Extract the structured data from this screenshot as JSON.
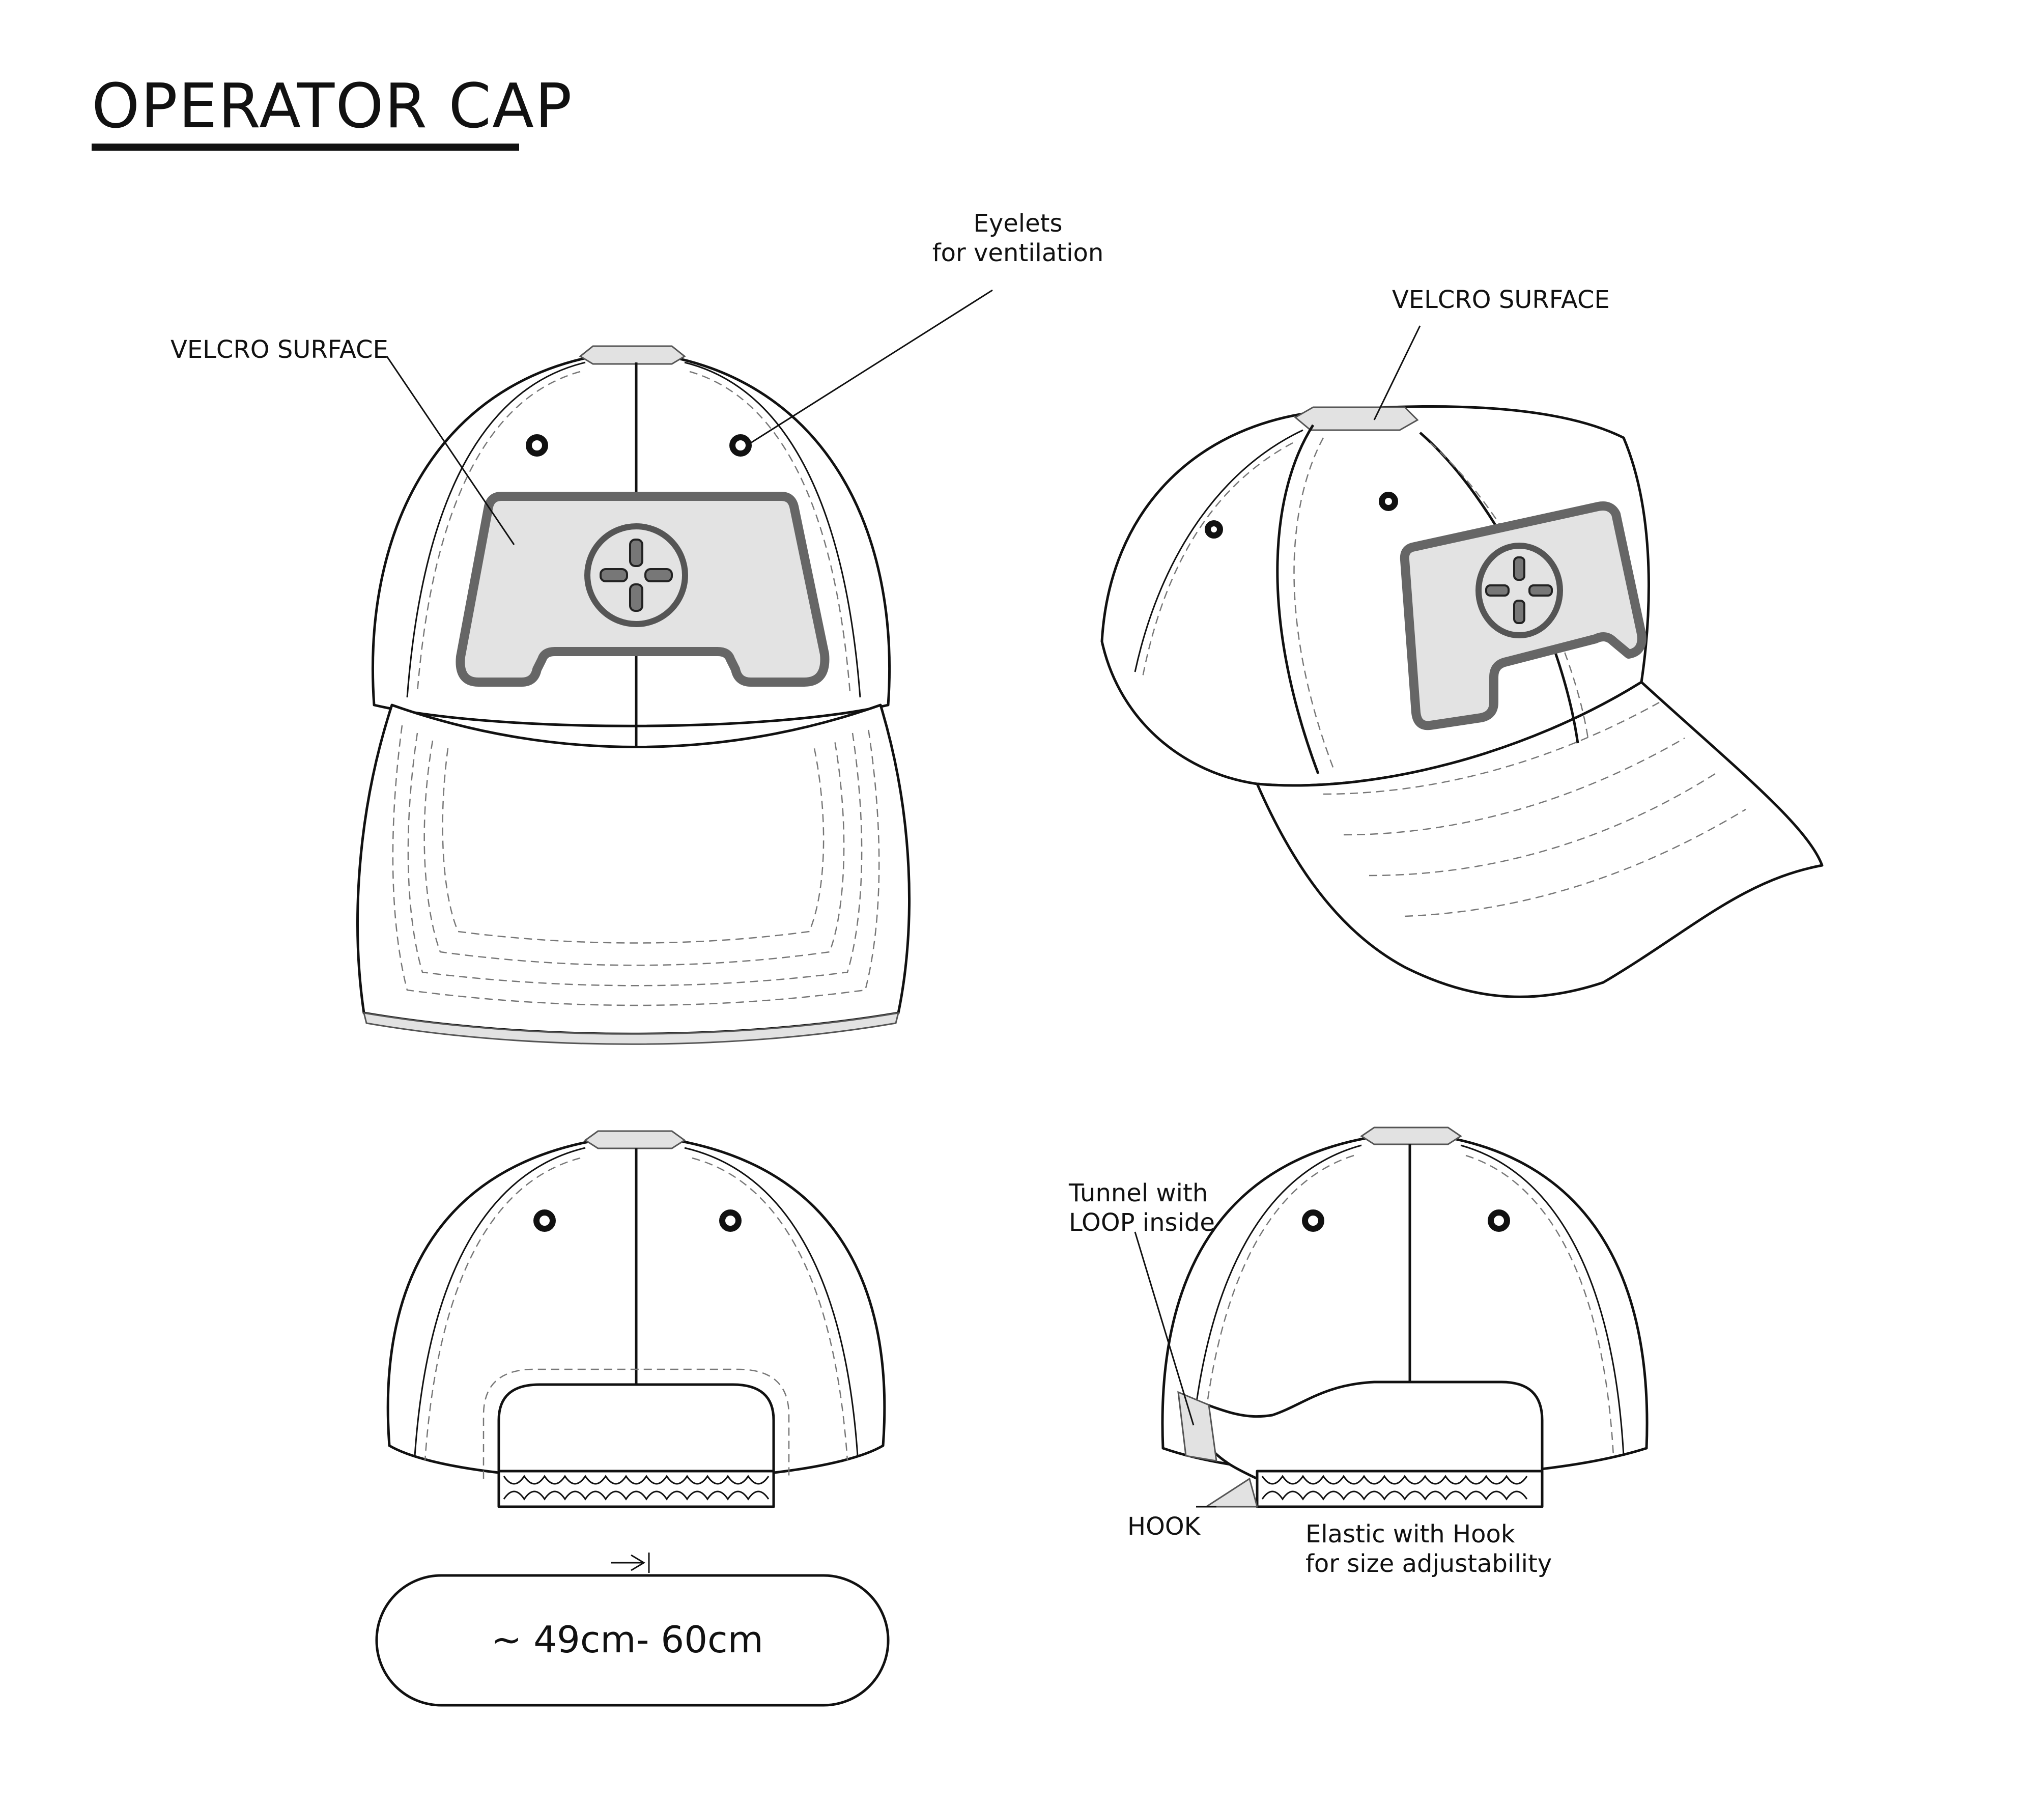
{
  "title": "OPERATOR CAP",
  "labels": {
    "front_velcro": "VELCRO SURFACE",
    "eyelets_line1": "Eyelets",
    "eyelets_line2": "for ventilation",
    "side_velcro": "VELCRO SURFACE",
    "tunnel_line1": "Tunnel with",
    "tunnel_line2": "LOOP inside",
    "hook": "HOOK",
    "elastic_line1": "Elastic with Hook",
    "elastic_line2": "for size adjustability"
  },
  "size_range": "~ 49cm- 60cm",
  "colors": {
    "line": "#111111",
    "velcro_fill": "#e3e3e3",
    "velcro_border": "#666666"
  }
}
